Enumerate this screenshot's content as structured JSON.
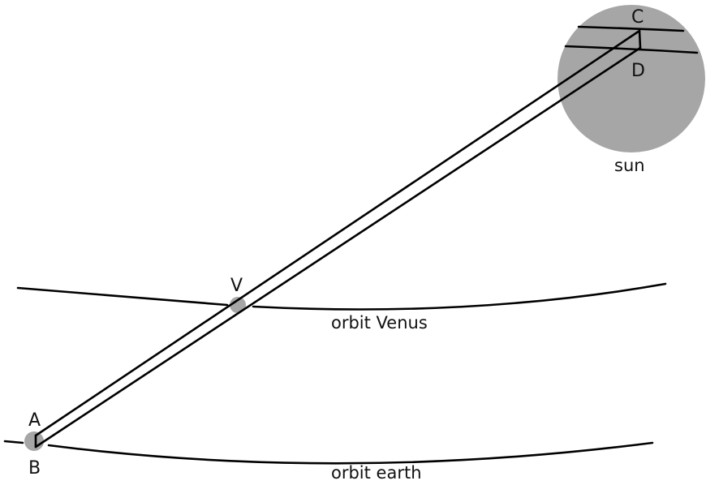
{
  "points": {
    "a": "A",
    "b": "B",
    "c": "C",
    "d": "D",
    "v": "V"
  },
  "labels": {
    "sun": "sun",
    "orbit_venus": "orbit Venus",
    "orbit_earth": "orbit earth"
  },
  "colors": {
    "body_fill": "#a6a6a6",
    "line": "#000000"
  }
}
